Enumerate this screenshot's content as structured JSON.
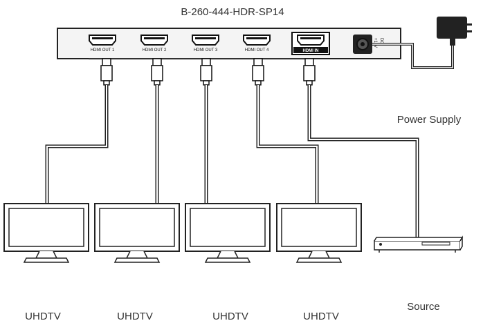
{
  "device": {
    "model": "B-260-444-HDR-SP14",
    "ports": [
      "HDMI OUT 1",
      "HDMI OUT 2",
      "HDMI OUT 3",
      "HDMI OUT 4"
    ],
    "input_port": "HDMI IN",
    "dc_label_1": "+12V",
    "dc_label_2": "DC"
  },
  "power": {
    "label": "Power Supply"
  },
  "displays": [
    {
      "label": "UHDTV"
    },
    {
      "label": "UHDTV"
    },
    {
      "label": "UHDTV"
    },
    {
      "label": "UHDTV"
    }
  ],
  "source": {
    "label": "Source"
  }
}
